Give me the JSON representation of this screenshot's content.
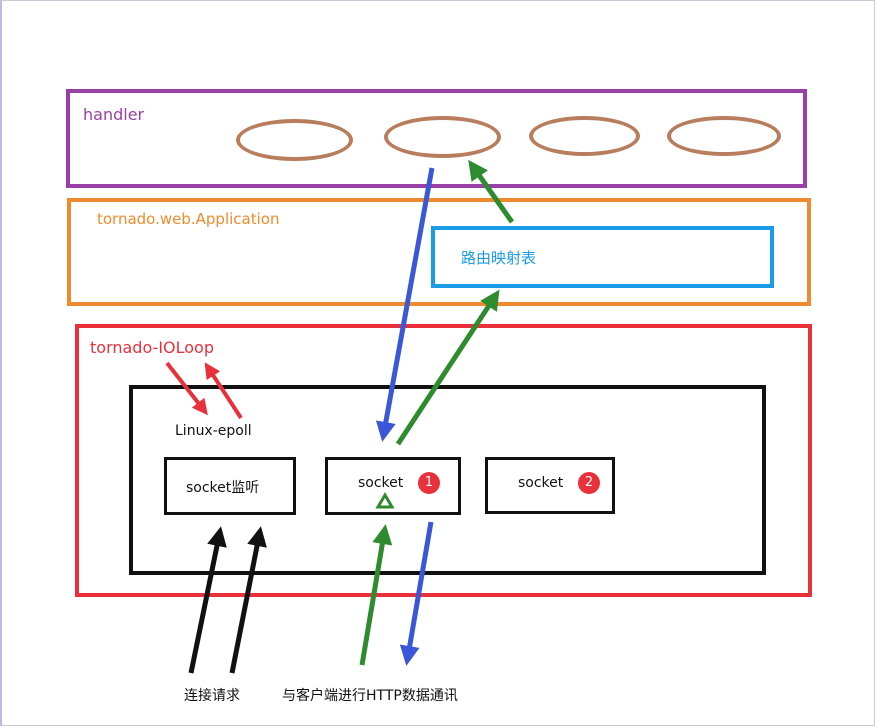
{
  "layers": {
    "handler": {
      "label": "handler",
      "color": "#9a3fa8"
    },
    "application": {
      "label": "tornado.web.Application",
      "color": "#f08a2e"
    },
    "router": {
      "label": "路由映射表",
      "color": "#1a9be6"
    },
    "ioloop": {
      "label": "tornado-IOLoop",
      "color": "#e8313a"
    },
    "epoll": {
      "label": "Linux-epoll"
    }
  },
  "sockets": {
    "listen": {
      "label": "socket监听"
    },
    "socket1": {
      "label": "socket",
      "badge": "1"
    },
    "socket2": {
      "label": "socket",
      "badge": "2"
    }
  },
  "captions": {
    "connect_request": "连接请求",
    "http_comm": "与客户端进行HTTP数据通讯"
  },
  "handler_ellipse_color": "#b87d5c",
  "arrow_colors": {
    "blue": "#3a57d8",
    "green": "#2e8b2e",
    "red": "#e8313a",
    "black": "#111111"
  }
}
